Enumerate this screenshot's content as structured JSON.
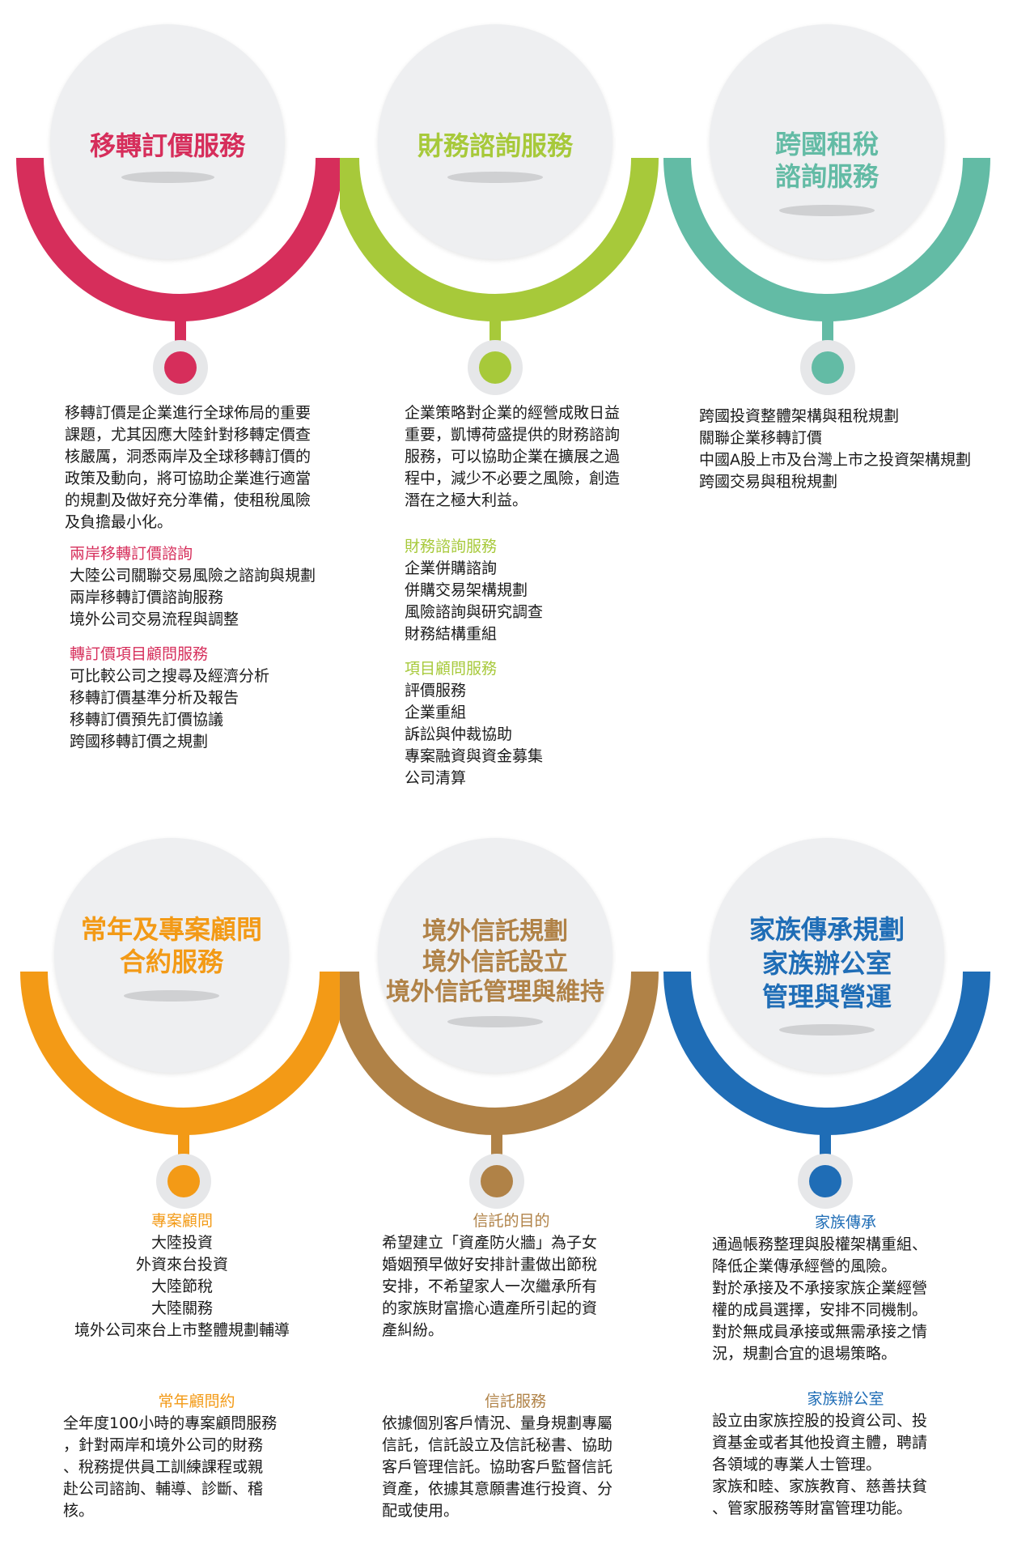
{
  "colors": {
    "pink": "#d62e5b",
    "lime": "#a7c93a",
    "teal": "#63bba5",
    "orange": "#f39a16",
    "brown": "#b08247",
    "blue": "#1f6db6"
  },
  "services": [
    {
      "title_lines": [
        "移轉訂價服務"
      ],
      "intro": [
        "移轉訂價是企業進行全球佈局的重要",
        "課題，尤其因應大陸針對移轉定價查",
        "核嚴厲，洞悉兩岸及全球移轉訂價的",
        "政策及動向，將可協助企業進行適當",
        "的規劃及做好充分準備，使租稅風險",
        "及負擔最小化。"
      ],
      "sections": [
        {
          "heading": "兩岸移轉訂價諮詢",
          "items": [
            "大陸公司關聯交易風險之諮詢與規劃",
            "兩岸移轉訂價諮詢服務",
            "境外公司交易流程與調整"
          ]
        },
        {
          "heading": "轉訂價項目顧問服務",
          "items": [
            "可比較公司之搜尋及經濟分析",
            "移轉訂價基準分析及報告",
            "移轉訂價預先訂價協議",
            "跨國移轉訂價之規劃"
          ]
        }
      ]
    },
    {
      "title_lines": [
        "財務諮詢服務"
      ],
      "intro": [
        "企業策略對企業的經營成敗日益",
        "重要，凱博荷盛提供的財務諮詢",
        "服務，可以協助企業在擴展之過",
        "程中，減少不必要之風險，創造",
        "潛在之極大利益。"
      ],
      "sections": [
        {
          "heading": "財務諮詢服務",
          "items": [
            "企業併購諮詢",
            "併購交易架構規劃",
            "風險諮詢與研究調查",
            "財務結構重組"
          ]
        },
        {
          "heading": "項目顧問服務",
          "items": [
            "評價服務",
            "企業重組",
            "訴訟與仲裁協助",
            "專案融資與資金募集",
            "公司清算"
          ]
        }
      ]
    },
    {
      "title_lines": [
        "跨國租稅",
        "諮詢服務"
      ],
      "intro": [],
      "sections": [
        {
          "heading": "",
          "items": [
            "跨國投資整體架構與租稅規劃",
            "關聯企業移轉訂價",
            "中國A股上市及台灣上市之投資架構規劃",
            "跨國交易與租稅規劃"
          ]
        }
      ]
    },
    {
      "title_lines": [
        "常年及專案顧問",
        "合約服務"
      ],
      "sections": [
        {
          "heading": "專案顧問",
          "items": [
            "大陸投資",
            "外資來台投資",
            "大陸節稅",
            "大陸關務",
            "境外公司來台上市整體規劃輔導"
          ]
        },
        {
          "heading": "常年顧問約",
          "items": [
            "全年度100小時的專案顧問服務",
            "，針對兩岸和境外公司的財務",
            "、稅務提供員工訓練課程或親",
            "赴公司諮詢、輔導、診斷、稽",
            "核。"
          ]
        }
      ]
    },
    {
      "title_lines": [
        "境外信託規劃",
        "境外信託設立",
        "境外信託管理與維持"
      ],
      "sections": [
        {
          "heading": "信託的目的",
          "items": [
            "希望建立「資產防火牆」為子女",
            "婚姻預早做好安排計畫做出節稅",
            "安排，不希望家人一次繼承所有",
            "的家族財富擔心遺產所引起的資",
            "產糾紛。"
          ]
        },
        {
          "heading": "信託服務",
          "items": [
            "依據個別客戶情況、量身規劃專屬",
            "信託，信託設立及信託秘書、協助",
            "客戶管理信託。協助客戶監督信託",
            "資產，依據其意願書進行投資、分",
            "配或使用。"
          ]
        }
      ]
    },
    {
      "title_lines": [
        "家族傳承規劃",
        "家族辦公室",
        "管理與營運"
      ],
      "sections": [
        {
          "heading": "家族傳承",
          "items": [
            "通過帳務整理與股權架構重組、",
            "降低企業傳承經營的風險。",
            "對於承接及不承接家族企業經營",
            "權的成員選擇，安排不同機制。",
            "對於無成員承接或無需承接之情",
            "況，規劃合宜的退場策略。"
          ]
        },
        {
          "heading": "家族辦公室",
          "items": [
            "設立由家族控股的投資公司、投",
            "資基金或者其他投資主體，聘請",
            "各領域的專業人士管理。",
            "家族和睦、家族教育、慈善扶貧",
            "、管家服務等財富管理功能。"
          ]
        }
      ]
    }
  ]
}
